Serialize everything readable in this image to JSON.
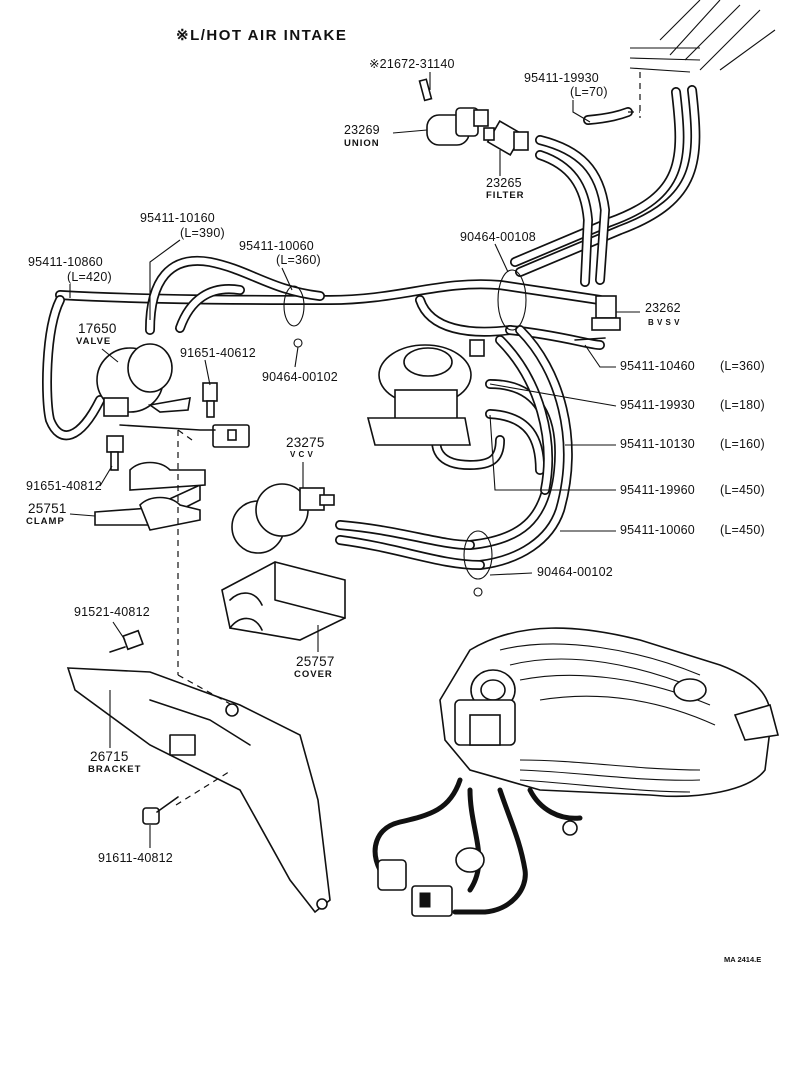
{
  "title": "※L/HOT AIR INTAKE",
  "footer_code": "MA 2414.E",
  "parts": {
    "p21672": {
      "number": "※21672-31140"
    },
    "p23269": {
      "number": "23269",
      "name": "UNION"
    },
    "p23265": {
      "number": "23265",
      "name": "FILTER"
    },
    "p95411_19930_top": {
      "number": "95411-19930",
      "length": "(L=70)"
    },
    "p95411_10160": {
      "number": "95411-10160",
      "length": "(L=390)"
    },
    "p95411_10860": {
      "number": "95411-10860",
      "length": "(L=420)"
    },
    "p95411_10060_top": {
      "number": "95411-10060",
      "length": "(L=360)"
    },
    "p90464_00108": {
      "number": "90464-00108"
    },
    "p23262": {
      "number": "23262",
      "name": "B V S V"
    },
    "p17650": {
      "number": "17650",
      "name": "VALVE"
    },
    "p91651_40612": {
      "number": "91651-40612"
    },
    "p90464_00102_a": {
      "number": "90464-00102"
    },
    "p95411_10460": {
      "number": "95411-10460",
      "length": "(L=360)"
    },
    "p95411_19930_r": {
      "number": "95411-19930",
      "length": "(L=180)"
    },
    "p95411_10130": {
      "number": "95411-10130",
      "length": "(L=160)"
    },
    "p95411_19960": {
      "number": "95411-19960",
      "length": "(L=450)"
    },
    "p95411_10060_r": {
      "number": "95411-10060",
      "length": "(L=450)"
    },
    "p90464_00102_b": {
      "number": "90464-00102"
    },
    "p23275": {
      "number": "23275",
      "name": "V C V"
    },
    "p91651_40812": {
      "number": "91651-40812"
    },
    "p25751": {
      "number": "25751",
      "name": "CLAMP"
    },
    "p91521_40812": {
      "number": "91521-40812"
    },
    "p25757": {
      "number": "25757",
      "name": "COVER"
    },
    "p26715": {
      "number": "26715",
      "name": "BRACKET"
    },
    "p91611_40812": {
      "number": "91611-40812"
    }
  }
}
